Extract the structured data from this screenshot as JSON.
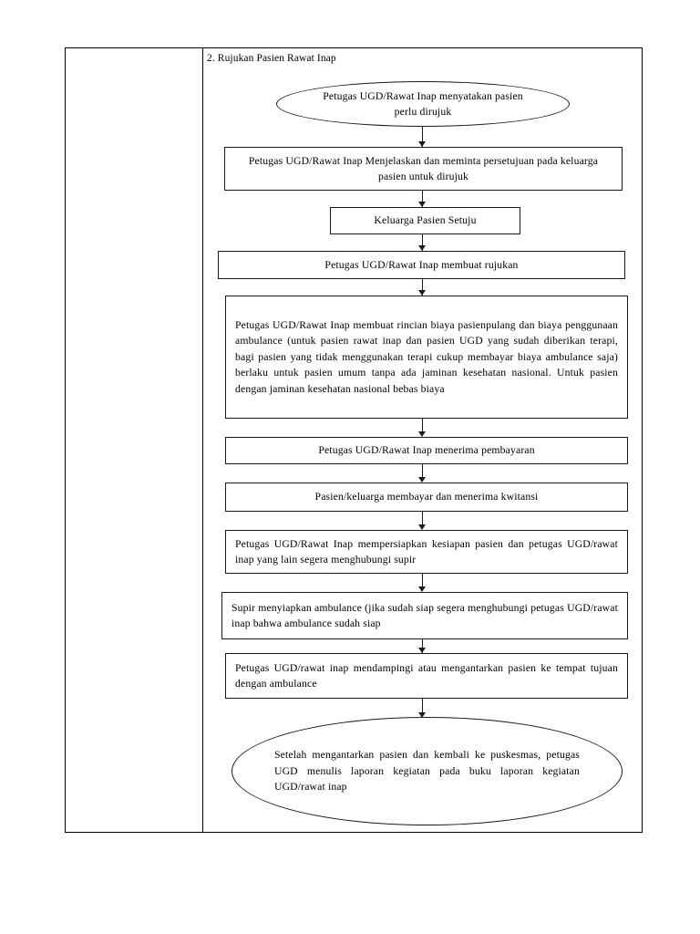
{
  "document": {
    "section_heading": "2. Rujukan Pasien Rawat Inap"
  },
  "flowchart": {
    "type": "flowchart",
    "orientation": "top-to-bottom",
    "nodes": [
      {
        "id": "start",
        "shape": "ellipse",
        "text": "Petugas UGD/Rawat Inap menyatakan pasien perlu dirujuk",
        "align": "center"
      },
      {
        "id": "jelaskan-persetujuan",
        "shape": "box",
        "text": "Petugas UGD/Rawat Inap Menjelaskan dan meminta persetujuan pada keluarga pasien untuk dirujuk",
        "align": "center"
      },
      {
        "id": "keluarga-setuju",
        "shape": "box",
        "text": "Keluarga Pasien Setuju",
        "align": "center"
      },
      {
        "id": "membuat-rujukan",
        "shape": "box",
        "text": "Petugas UGD/Rawat Inap membuat rujukan",
        "align": "center"
      },
      {
        "id": "rincian-biaya",
        "shape": "box",
        "text": "Petugas UGD/Rawat Inap membuat rincian biaya pasienpulang dan biaya penggunaan ambulance (untuk pasien rawat inap dan pasien UGD yang sudah diberikan terapi, bagi pasien yang tidak menggunakan terapi cukup membayar biaya ambulance saja) berlaku untuk pasien umum tanpa ada jaminan kesehatan nasional. Untuk pasien dengan jaminan kesehatan nasional bebas biaya",
        "align": "justify"
      },
      {
        "id": "menerima-pembayaran",
        "shape": "box",
        "text": "Petugas UGD/Rawat Inap menerima pembayaran",
        "align": "center"
      },
      {
        "id": "membayar-kwitansi",
        "shape": "box",
        "text": "Pasien/keluarga membayar dan menerima kwitansi",
        "align": "center"
      },
      {
        "id": "mempersiapkan-kesiapan",
        "shape": "box",
        "text": "Petugas UGD/Rawat Inap mempersiapkan kesiapan pasien dan petugas UGD/rawat inap yang  lain segera menghubungi supir",
        "align": "justify"
      },
      {
        "id": "supir-menyiapkan",
        "shape": "box",
        "text": "Supir menyiapkan ambulance (jika sudah siap segera menghubungi petugas UGD/rawat inap bahwa ambulance sudah siap",
        "align": "justify"
      },
      {
        "id": "mendampingi-pasien",
        "shape": "box",
        "text": "Petugas UGD/rawat inap mendampingi atau mengantarkan pasien ke tempat tujuan dengan ambulance",
        "align": "justify"
      },
      {
        "id": "end",
        "shape": "ellipse",
        "text": "Setelah mengantarkan pasien dan kembali ke puskesmas, petugas UGD menulis laporan kegiatan pada buku laporan kegiatan UGD/rawat inap",
        "align": "justify"
      }
    ],
    "edges": [
      {
        "from": "start",
        "to": "jelaskan-persetujuan",
        "arrow": "down"
      },
      {
        "from": "jelaskan-persetujuan",
        "to": "keluarga-setuju",
        "arrow": "down"
      },
      {
        "from": "keluarga-setuju",
        "to": "membuat-rujukan",
        "arrow": "down"
      },
      {
        "from": "membuat-rujukan",
        "to": "rincian-biaya",
        "arrow": "down"
      },
      {
        "from": "rincian-biaya",
        "to": "menerima-pembayaran",
        "arrow": "down"
      },
      {
        "from": "menerima-pembayaran",
        "to": "membayar-kwitansi",
        "arrow": "down"
      },
      {
        "from": "membayar-kwitansi",
        "to": "mempersiapkan-kesiapan",
        "arrow": "down"
      },
      {
        "from": "mempersiapkan-kesiapan",
        "to": "supir-menyiapkan",
        "arrow": "down"
      },
      {
        "from": "supir-menyiapkan",
        "to": "mendampingi-pasien",
        "arrow": "down"
      },
      {
        "from": "mendampingi-pasien",
        "to": "end",
        "arrow": "down"
      }
    ],
    "colors": {
      "stroke": "#1a1a1a",
      "fill": "#ffffff",
      "text": "#000000"
    }
  }
}
